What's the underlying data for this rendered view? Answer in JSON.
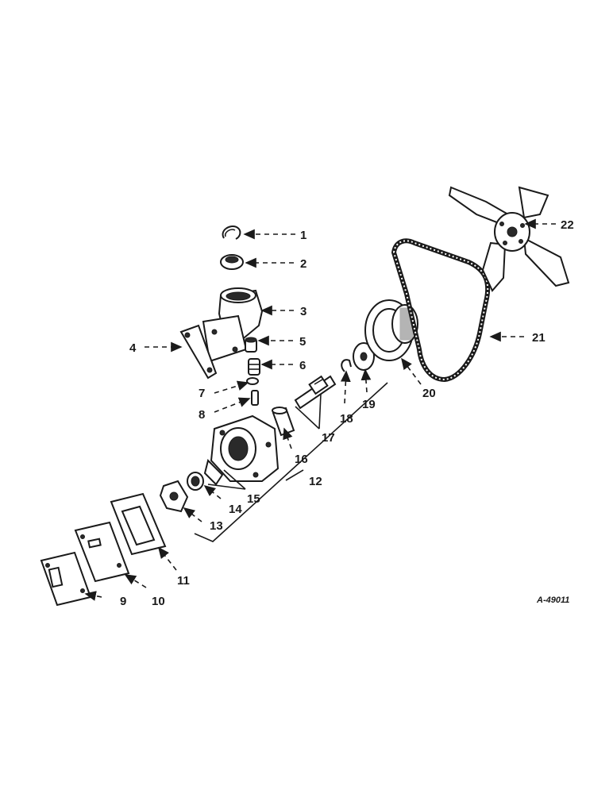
{
  "callouts": {
    "c1": "1",
    "c2": "2",
    "c3": "3",
    "c4": "4",
    "c5": "5",
    "c6": "6",
    "c7": "7",
    "c8": "8",
    "c9": "9",
    "c10": "10",
    "c11": "11",
    "c12": "12",
    "c13": "13",
    "c14": "14",
    "c15": "15",
    "c16": "16",
    "c17": "17",
    "c18": "18",
    "c19": "19",
    "c20": "20",
    "c21": "21",
    "c22": "22"
  },
  "reference_code": "A-49011"
}
